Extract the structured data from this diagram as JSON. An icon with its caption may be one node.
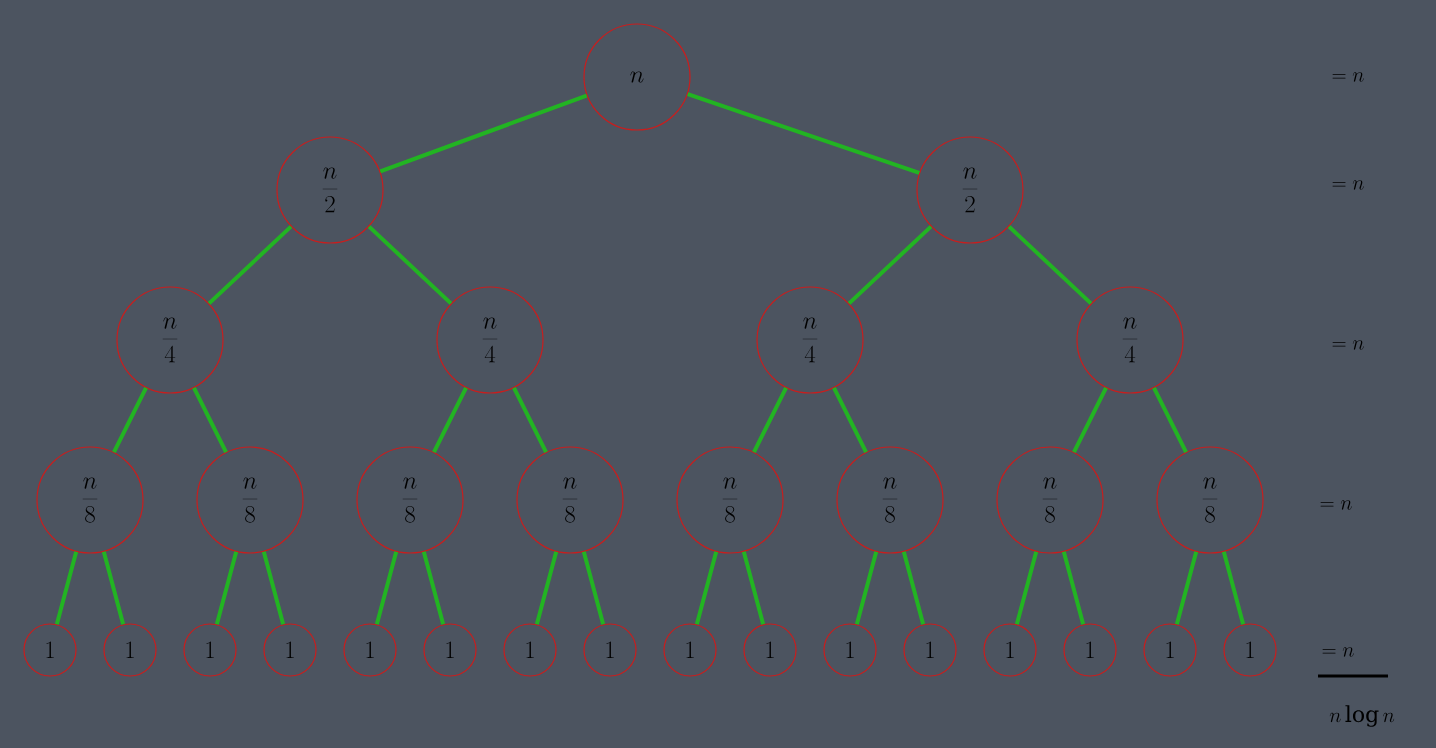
{
  "diagram": {
    "nodes": [
      {
        "text": [
          "n"
        ]
      },
      {
        "text": [
          "\\frac{n}{2}"
        ]
      },
      {
        "text": [
          "\\frac{n}{2}"
        ]
      },
      {
        "text": [
          "\\frac{n}{4}"
        ]
      },
      {
        "text": [
          "\\frac{n}{4}"
        ]
      },
      {
        "text": [
          "\\frac{n}{4}"
        ]
      },
      {
        "text": [
          "\\frac{n}{4}"
        ]
      },
      {
        "text": [
          "\\frac{n}{8}"
        ]
      },
      {
        "text": [
          "\\frac{n}{8}"
        ]
      },
      {
        "text": [
          "\\frac{n}{8}"
        ]
      },
      {
        "text": [
          "\\frac{n}{8}"
        ]
      },
      {
        "text": [
          "\\frac{n}{8}"
        ]
      },
      {
        "text": [
          "\\frac{n}{8}"
        ]
      },
      {
        "text": [
          "\\frac{n}{8}"
        ]
      },
      {
        "text": [
          "\\frac{n}{8}"
        ]
      },
      {
        "text": [
          "1"
        ]
      },
      {
        "text": [
          "1"
        ]
      },
      {
        "text": [
          "1"
        ]
      },
      {
        "text": [
          "1"
        ]
      },
      {
        "text": [
          "1"
        ]
      },
      {
        "text": [
          "1"
        ]
      },
      {
        "text": [
          "1"
        ]
      },
      {
        "text": [
          "1"
        ]
      },
      {
        "text": [
          "1"
        ]
      },
      {
        "text": [
          "1"
        ]
      },
      {
        "text": [
          "1"
        ]
      },
      {
        "text": [
          "1"
        ]
      },
      {
        "text": [
          "1"
        ]
      },
      {
        "text": [
          "1"
        ]
      },
      {
        "text": [
          "1"
        ]
      },
      {
        "text": [
          "1"
        ]
      }
    ],
    "edges": [
      {
        "from": 0,
        "to": 1,
        "arrow": "none"
      },
      {
        "from": 0,
        "to": 2,
        "arrow": "none"
      },
      {
        "from": 1,
        "to": 3,
        "arrow": "none"
      },
      {
        "from": 1,
        "to": 4,
        "arrow": "none"
      },
      {
        "from": 2,
        "to": 5,
        "arrow": "none"
      },
      {
        "from": 2,
        "to": 6,
        "arrow": "none"
      },
      {
        "from": 3,
        "to": 7,
        "arrow": "none"
      },
      {
        "from": 3,
        "to": 8,
        "arrow": "none"
      },
      {
        "from": 4,
        "to": 9,
        "arrow": "none"
      },
      {
        "from": 4,
        "to": 10,
        "arrow": "none"
      },
      {
        "from": 5,
        "to": 11,
        "arrow": "none"
      },
      {
        "from": 5,
        "to": 12,
        "arrow": "none"
      },
      {
        "from": 6,
        "to": 13,
        "arrow": "none"
      },
      {
        "from": 6,
        "to": 14,
        "arrow": "none"
      },
      {
        "from": 7,
        "to": 15,
        "arrow": "none"
      },
      {
        "from": 7,
        "to": 16,
        "arrow": "none"
      },
      {
        "from": 8,
        "to": 17,
        "arrow": "none"
      },
      {
        "from": 8,
        "to": 18,
        "arrow": "none"
      },
      {
        "from": 9,
        "to": 19,
        "arrow": "none"
      },
      {
        "from": 9,
        "to": 20,
        "arrow": "none"
      },
      {
        "from": 10,
        "to": 21,
        "arrow": "none"
      },
      {
        "from": 10,
        "to": 22,
        "arrow": "none"
      },
      {
        "from": 11,
        "to": 23,
        "arrow": "none"
      },
      {
        "from": 11,
        "to": 24,
        "arrow": "none"
      },
      {
        "from": 12,
        "to": 25,
        "arrow": "none"
      },
      {
        "from": 12,
        "to": 26,
        "arrow": "none"
      },
      {
        "from": 13,
        "to": 27,
        "arrow": "none"
      },
      {
        "from": 13,
        "to": 28,
        "arrow": "none"
      },
      {
        "from": 14,
        "to": 29,
        "arrow": "none"
      },
      {
        "from": 14,
        "to": 30,
        "arrow": "none"
      }
    ],
    "labels": [
      "= n",
      "= n",
      "= n",
      "= n",
      "= n",
      "n \\log n"
    ]
  }
}
